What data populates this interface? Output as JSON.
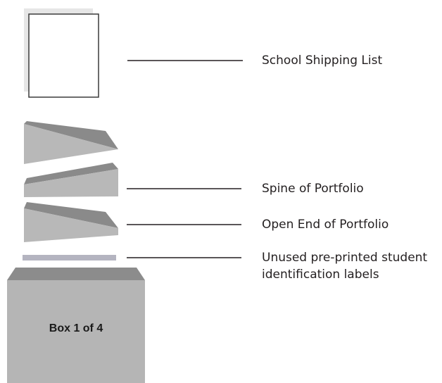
{
  "box": {
    "label": "Box 1 of 4"
  },
  "callouts": {
    "shipping_list": "School Shipping List",
    "spine": "Spine of Portfolio",
    "open_end": "Open End of Portfolio",
    "labels_line1": "Unused pre-printed student",
    "labels_line2": "identification labels"
  },
  "colors": {
    "portfolio_top": "#8a8a8a",
    "portfolio_front": "#b8b8b8",
    "box_front": "#b5b5b5",
    "box_lid": "#8c8c8c",
    "label_strip": "#b4b4c0",
    "leader_line": "#231f20"
  }
}
